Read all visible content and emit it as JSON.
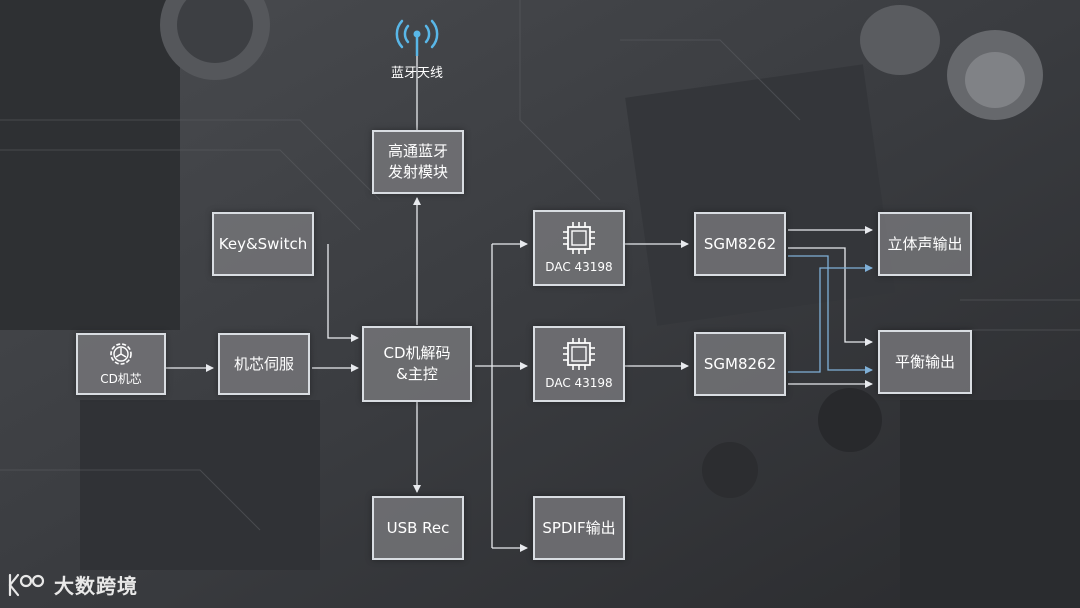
{
  "blocks": {
    "cd_core": "CD机芯",
    "servo": "机芯伺服",
    "key_switch": "Key&Switch",
    "decoder_line1": "CD机解码",
    "decoder_line2": "&主控",
    "bt_line1": "高通蓝牙",
    "bt_line2": "发射模块",
    "usb": "USB Rec",
    "dac1": "DAC 43198",
    "dac2": "DAC 43198",
    "sgm1": "SGM8262",
    "sgm2": "SGM8262",
    "stereo_out": "立体声输出",
    "balanced_out": "平衡输出",
    "spdif_out": "SPDIF输出"
  },
  "antenna": {
    "label": "蓝牙天线",
    "icon": "antenna-icon"
  },
  "logo": {
    "text": "大数跨境",
    "icon": "brand-logo-icon"
  },
  "colors": {
    "box_border": "#d9dde2",
    "arrow": "#e8eaee",
    "blue_arrow": "#7fb0d8"
  }
}
